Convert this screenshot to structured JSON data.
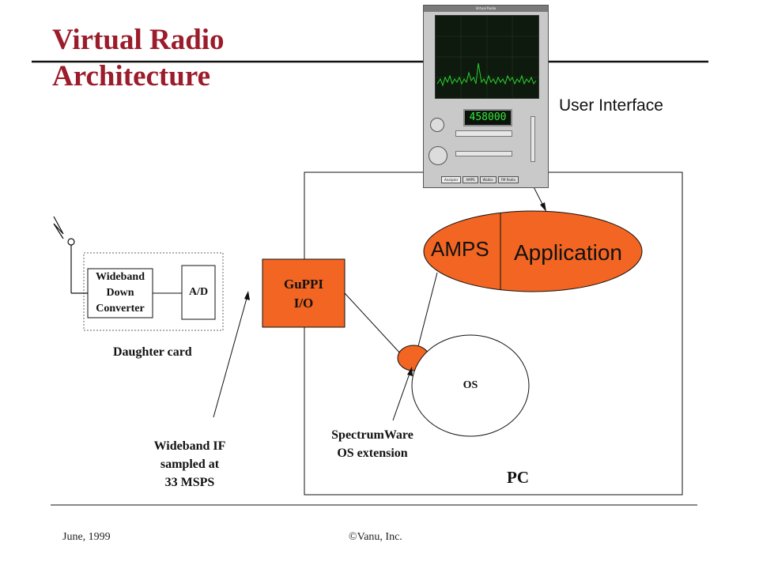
{
  "slide": {
    "title_line1": "Virtual Radio",
    "title_line2": "Architecture",
    "footer_date": "June, 1999",
    "footer_copyright": "©Vanu, Inc."
  },
  "diagram": {
    "user_interface_label": "User Interface",
    "amps_label": "AMPS",
    "application_label": "Application",
    "guppi_line1": "GuPPI",
    "guppi_line2": "I/O",
    "downconverter_line1": "Wideband",
    "downconverter_line2": "Down",
    "downconverter_line3": "Converter",
    "ad_label": "A/D",
    "daughter_card_label": "Daughter card",
    "os_label": "OS",
    "spectrumware_line1": "SpectrumWare",
    "spectrumware_line2": "OS extension",
    "wideband_if_line1": "Wideband IF",
    "wideband_if_line2": "sampled at",
    "wideband_if_line3": "33 MSPS",
    "pc_label": "PC"
  },
  "radio_widget": {
    "window_title": "Virtual Radio",
    "display_value": "458000",
    "tabs": [
      "Analyzer",
      "AMPS",
      "Walkie",
      "FM Radio"
    ],
    "colors": {
      "screen": "#0d1a0d",
      "trace": "#29d12b",
      "display": "#0b140b",
      "digits": "#35e83c"
    }
  },
  "colors": {
    "title": "#9b1c2a",
    "accent_fill": "#f26522"
  }
}
